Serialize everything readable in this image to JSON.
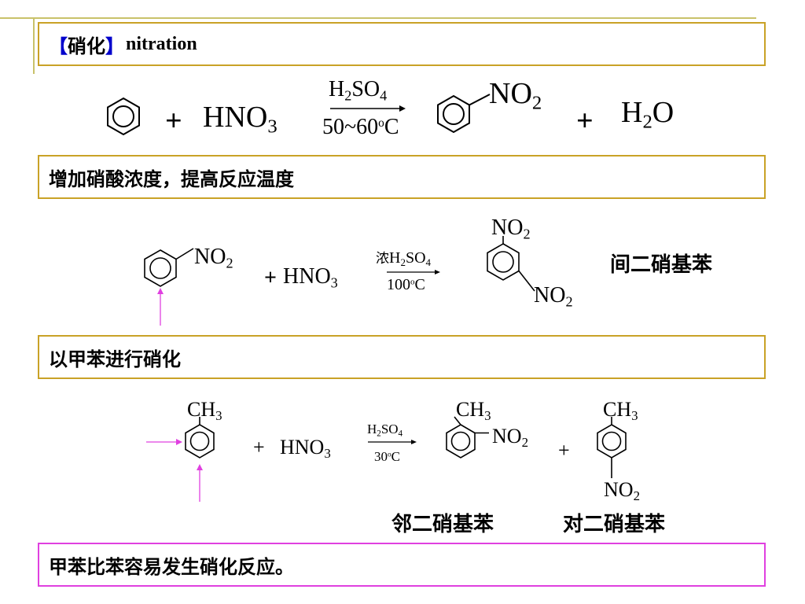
{
  "title": {
    "bracket_open": "【",
    "word_cn": "硝化",
    "bracket_close": "】",
    "word_en": "nitration"
  },
  "reaction1": {
    "plus1": "+",
    "reagent": "HNO",
    "reagent_sub": "3",
    "catalyst": "H",
    "catalyst_sub1": "2",
    "catalyst_mid": "SO",
    "catalyst_sub2": "4",
    "condition": "50~60",
    "condition_deg": "o",
    "condition_unit": "C",
    "product_sub_group": "NO",
    "product_sub_group_sub": "2",
    "plus2": "+",
    "byproduct_h": "H",
    "byproduct_sub": "2",
    "byproduct_o": "O"
  },
  "note1": "增加硝酸浓度，提高反应温度",
  "reaction2": {
    "reactant_group": "NO",
    "reactant_group_sub": "2",
    "plus": "+",
    "reagent": "HNO",
    "reagent_sub": "3",
    "catalyst_prefix": "浓",
    "catalyst": "H",
    "catalyst_sub1": "2",
    "catalyst_mid": "SO",
    "catalyst_sub2": "4",
    "condition": "100",
    "condition_deg": "o",
    "condition_unit": "C",
    "product_top": "NO",
    "product_top_sub": "2",
    "product_bottom": "NO",
    "product_bottom_sub": "2",
    "product_name": "间二硝基苯"
  },
  "note2": "以甲苯进行硝化",
  "reaction3": {
    "reactant_group": "CH",
    "reactant_group_sub": "3",
    "plus1": "+",
    "reagent": "HNO",
    "reagent_sub": "3",
    "catalyst": "H",
    "catalyst_sub1": "2",
    "catalyst_mid": "SO",
    "catalyst_sub2": "4",
    "condition": "30",
    "condition_deg": "o",
    "condition_unit": "C",
    "ortho_ch3": "CH",
    "ortho_ch3_sub": "3",
    "ortho_no2": "NO",
    "ortho_no2_sub": "2",
    "plus2": "+",
    "para_ch3": "CH",
    "para_ch3_sub": "3",
    "para_no2": "NO",
    "para_no2_sub": "2",
    "ortho_name": "邻二硝基苯",
    "para_name": "对二硝基苯"
  },
  "note3": "甲苯比苯容易发生硝化反应。",
  "colors": {
    "box_border": "#c9a227",
    "note3_border": "#e040e0",
    "bracket": "#0000cc",
    "pointer_arrow": "#e040e0"
  }
}
